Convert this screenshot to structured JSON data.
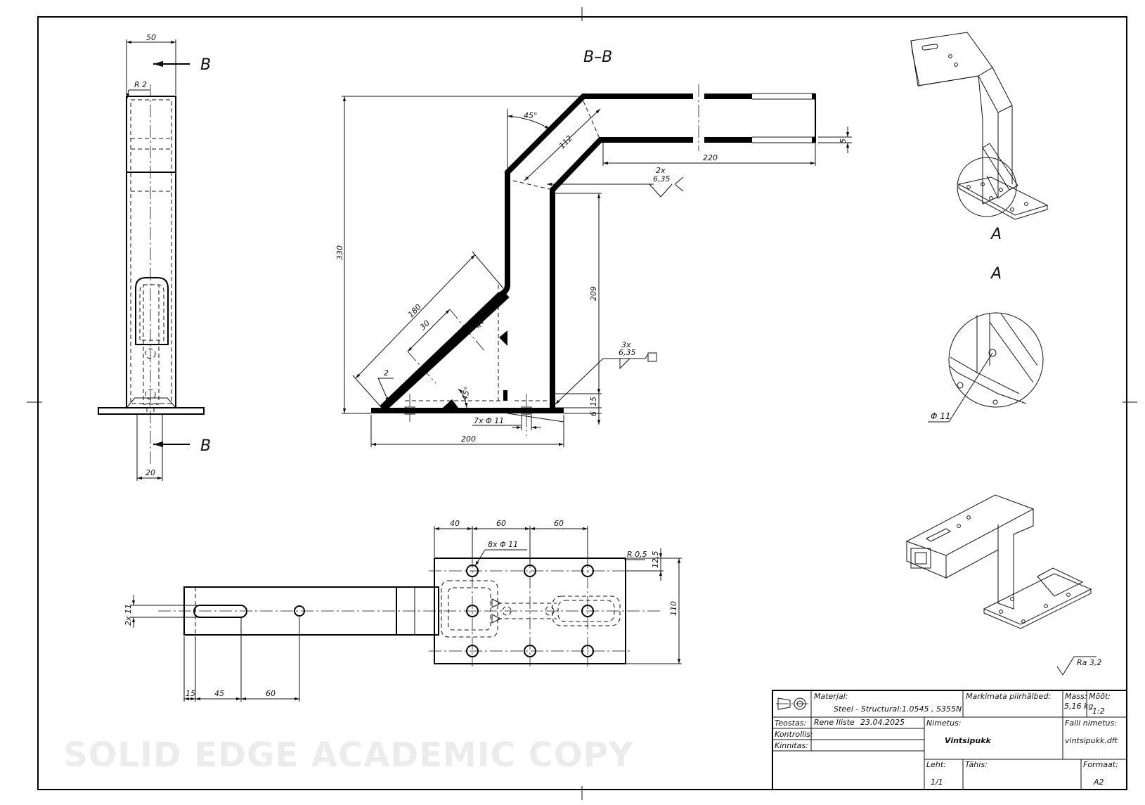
{
  "watermark": "SOLID EDGE ACADEMIC COPY",
  "views": {
    "section_label": "B–B",
    "section_marker": "B",
    "detail_label": "A",
    "iso_label": "A"
  },
  "dimensions": {
    "side": {
      "width": "50",
      "radius": "R 2",
      "bottom": "20"
    },
    "section": {
      "height": "330",
      "flange": "220",
      "thk": "5",
      "diag": "112",
      "angle_top": "45°",
      "vert": "209",
      "d180": "180",
      "d30": "30",
      "d40": "40",
      "d2": "2",
      "angle_bot": "45°",
      "base": "200",
      "holes": "7x Φ 11",
      "d6": "6",
      "d15": "15",
      "weld1_count": "2x",
      "weld1_size": "6,35",
      "weld2_count": "3x",
      "weld2_size": "6,35"
    },
    "plan": {
      "d40": "40",
      "d60a": "60",
      "d60b": "60",
      "holes": "8x Φ 11",
      "radius": "R 0,5",
      "d125": "12,5",
      "d110": "110",
      "slot": "2x 11",
      "d15": "15",
      "d45": "45",
      "d60c": "60"
    },
    "detail": {
      "hole": "Φ 11"
    }
  },
  "surface": "Ra 3,2",
  "title_block": {
    "material_label": "Materjal:",
    "material_value": "Steel - Structural:1.0545 , S355N",
    "tolerance_label": "Markimata piirhälbed:",
    "mass_label": "Mass:",
    "mass_value": "5,16 kg",
    "scale_label": "Mõõt:",
    "scale_value": "1:2",
    "teostas_label": "Teostas:",
    "teostas_value": "Rene Iliste",
    "date_value": "23.04.2025",
    "kontrollis_label": "Kontrollis:",
    "kinnitas_label": "Kinnitas:",
    "nimetus_label": "Nimetus:",
    "nimetus_value": "Vintsipukk",
    "file_label": "Faili nimetus:",
    "file_value": "vintsipukk.dft",
    "leht_label": "Leht:",
    "leht_value": "1/1",
    "tahis_label": "Tähis:",
    "format_label": "Formaat:",
    "format_value": "A2"
  }
}
